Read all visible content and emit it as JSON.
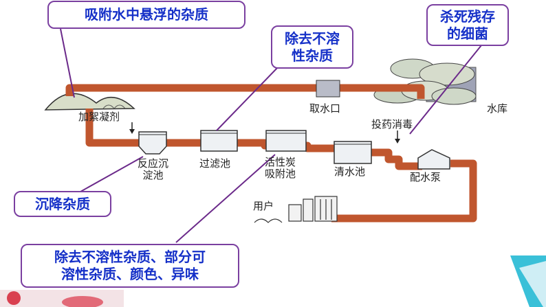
{
  "callouts": {
    "adsorb_suspended": "吸附水中悬浮的杂质",
    "remove_insoluble_line1": "除去不溶",
    "remove_insoluble_line2": "性杂质",
    "kill_bacteria_line1": "杀死残存",
    "kill_bacteria_line2": "的细菌",
    "settle_impurities": "沉降杂质",
    "carbon_line1": "除去不溶性杂质、部分可",
    "carbon_line2": "溶性杂质、颜色、异味"
  },
  "stages": {
    "reservoir": "水库",
    "intake": "取水口",
    "coagulant": "加絮凝剂",
    "disinfectant": "投药消毒",
    "reaction_tank_line1": "反应沉",
    "reaction_tank_line2": "淀池",
    "filter_tank": "过滤池",
    "carbon_tank_line1": "活性炭",
    "carbon_tank_line2": "吸附池",
    "clear_tank": "清水池",
    "pump": "配水泵",
    "users": "用户"
  },
  "colors": {
    "pipe": "#c0562e",
    "callout_border": "#7a3fa0",
    "callout_text": "#1530c8",
    "leader_line": "#6b2a8a",
    "accent": "#3ac0d8"
  }
}
